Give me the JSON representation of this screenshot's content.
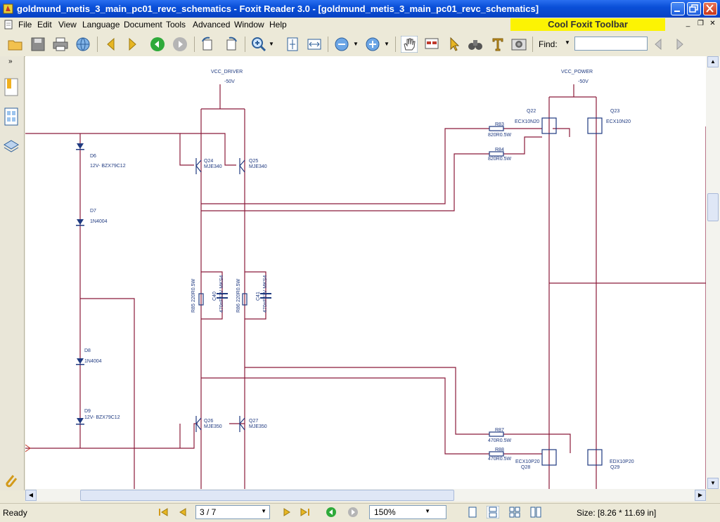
{
  "window": {
    "title": "goldmund_metis_3_main_pc01_revc_schematics - Foxit Reader 3.0 - [goldmund_metis_3_main_pc01_revc_schematics]"
  },
  "menu": {
    "items": [
      "File",
      "Edit",
      "View",
      "Language",
      "Document",
      "Tools",
      "Advanced",
      "Window",
      "Help"
    ]
  },
  "cool_toolbar": "Cool Foxit Toolbar",
  "toolbar": {
    "find_label": "Find:",
    "find_value": ""
  },
  "status": {
    "ready": "Ready",
    "page": "3 / 7",
    "zoom": "150%",
    "size": "Size: [8.26 * 11.69 in]"
  },
  "schematic": {
    "net_labels": [
      "VCC_DRIVER",
      "-50V",
      "VCC_POWER",
      "-50V"
    ],
    "diodes": [
      {
        "ref": "D6",
        "value": "12V- BZX79C12"
      },
      {
        "ref": "D7",
        "value": "1N4004"
      },
      {
        "ref": "D8",
        "value": "1N4004"
      },
      {
        "ref": "D9",
        "value": "12V- BZX79C12"
      }
    ],
    "transistors": [
      {
        "ref": "Q24",
        "value": "MJE340"
      },
      {
        "ref": "Q25",
        "value": "MJE340"
      },
      {
        "ref": "Q26",
        "value": "MJE350"
      },
      {
        "ref": "Q27",
        "value": "MJE350"
      }
    ],
    "mosfets": [
      {
        "ref": "Q22",
        "value": "ECX10N20"
      },
      {
        "ref": "Q23",
        "value": "ECX10N20"
      },
      {
        "ref": "Q28",
        "value": "ECX10P20"
      },
      {
        "ref": "Q29",
        "value": "EDX10P20"
      }
    ],
    "resistors": [
      {
        "ref": "R83",
        "value": "820R0.5W"
      },
      {
        "ref": "R84",
        "value": "820R0.5W"
      },
      {
        "ref": "R87",
        "value": "470R0.5W"
      },
      {
        "ref": "R88",
        "value": "470R0.5W"
      },
      {
        "ref": "R85",
        "value": "220R0.5W"
      },
      {
        "ref": "R86",
        "value": "220R0.5W"
      }
    ],
    "capacitors": [
      {
        "ref": "C40",
        "value": "470nF63V MKS4"
      },
      {
        "ref": "C41",
        "value": "470nF63V MKS4"
      }
    ]
  }
}
